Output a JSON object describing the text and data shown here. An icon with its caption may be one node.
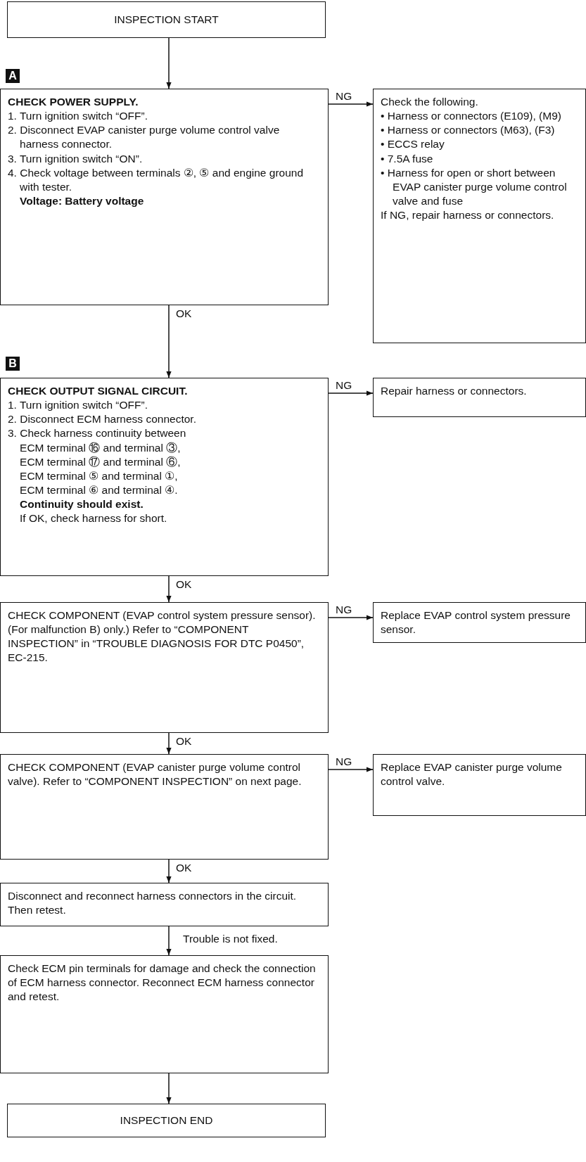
{
  "diagram": {
    "nodes": [
      {
        "text": [
          "INSPECTION START"
        ]
      },
      {
        "text": [
          "CHECK POWER SUPPLY.",
          "1. Turn ignition switch “OFF”.",
          "2. Disconnect EVAP canister purge volume control valve harness connector.",
          "3. Turn ignition switch “ON”.",
          "4. Check voltage between terminals ②, ⑤ and engine ground with tester.",
          "Voltage: Battery voltage"
        ]
      },
      {
        "text": [
          "Check the following.",
          "• Harness or connectors (E109), (M9)",
          "• Harness or connectors (M63), (F3)",
          "• ECCS relay",
          "• 7.5A fuse",
          "• Harness for open or short between EVAP canister purge volume control valve and fuse",
          "If NG, repair harness or connectors."
        ]
      },
      {
        "text": [
          "CHECK OUTPUT SIGNAL CIRCUIT.",
          "1. Turn ignition switch “OFF”.",
          "2. Disconnect ECM harness connector.",
          "3. Check harness continuity between",
          "ECM terminal ⑯ and terminal ③,",
          "ECM terminal ⑰ and terminal ⑥,",
          "ECM terminal ⑤ and terminal ①,",
          "ECM terminal ⑥ and terminal ④.",
          "Continuity should exist.",
          "If OK, check harness for short."
        ]
      },
      {
        "text": [
          "Repair harness or connectors."
        ]
      },
      {
        "text": [
          "CHECK COMPONENT (EVAP control system pressure sensor). (For malfunction B) only.) Refer to “COMPONENT INSPECTION” in “TROUBLE DIAGNOSIS FOR DTC P0450”, EC-215."
        ]
      },
      {
        "text": [
          "Replace EVAP control system pressure sensor."
        ]
      },
      {
        "text": [
          "CHECK COMPONENT (EVAP canister purge volume control valve). Refer to “COMPONENT INSPECTION” on next page."
        ]
      },
      {
        "text": [
          "Replace EVAP canister purge volume control valve."
        ]
      },
      {
        "text": [
          "Disconnect and reconnect harness connectors in the circuit. Then retest."
        ]
      },
      {
        "text": [
          "Check ECM pin terminals for damage and check the connection of ECM harness connector. Reconnect ECM harness connector and retest."
        ]
      },
      {
        "text": [
          "INSPECTION END"
        ]
      }
    ],
    "edges": [
      {
        "from": 0,
        "to": 1,
        "arrow": "to"
      },
      {
        "from": 1,
        "to": 2,
        "arrow": "to",
        "label": "NG"
      },
      {
        "from": 1,
        "to": 3,
        "arrow": "to",
        "label": "OK"
      },
      {
        "from": 3,
        "to": 4,
        "arrow": "to",
        "label": "NG"
      },
      {
        "from": 3,
        "to": 5,
        "arrow": "to",
        "label": "OK"
      },
      {
        "from": 5,
        "to": 6,
        "arrow": "to",
        "label": "NG"
      },
      {
        "from": 5,
        "to": 7,
        "arrow": "to",
        "label": "OK"
      },
      {
        "from": 7,
        "to": 8,
        "arrow": "to",
        "label": "NG"
      },
      {
        "from": 7,
        "to": 9,
        "arrow": "to",
        "label": "OK"
      },
      {
        "from": 9,
        "to": 10,
        "arrow": "to",
        "label": "Trouble is not fixed."
      },
      {
        "from": 10,
        "to": 11,
        "arrow": "to"
      }
    ],
    "labels": [
      "A",
      "B"
    ]
  }
}
